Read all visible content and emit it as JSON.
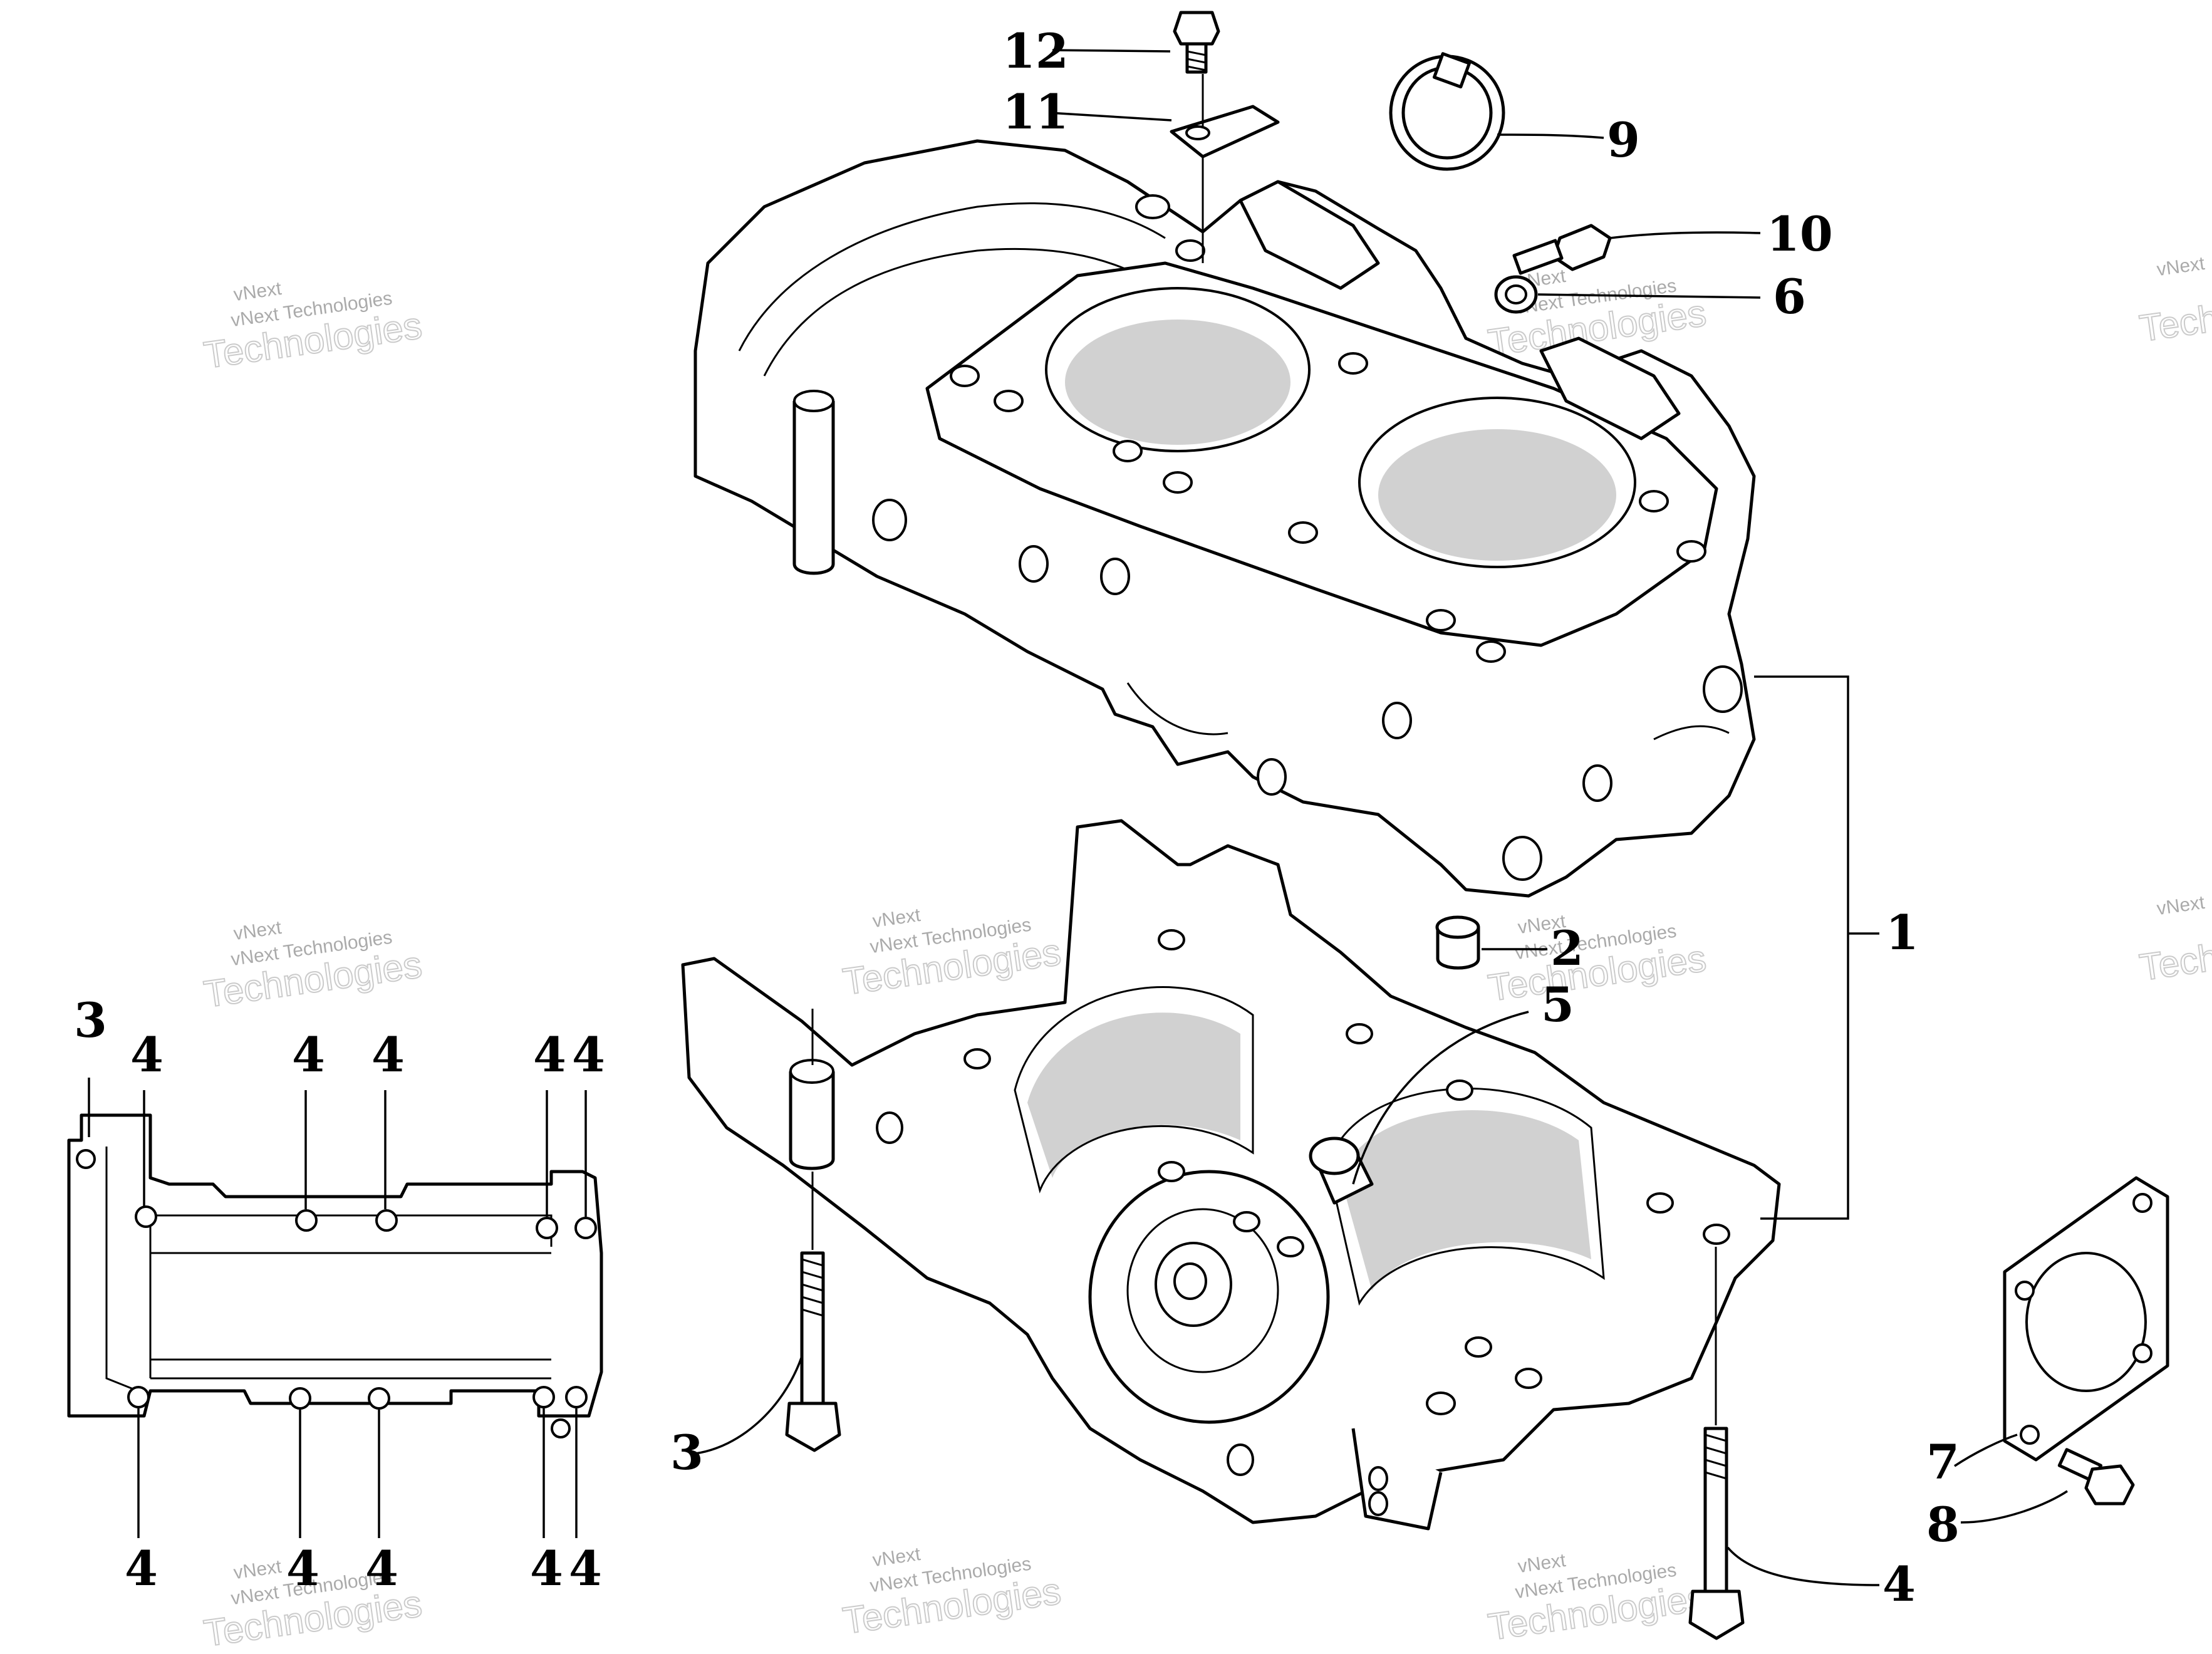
{
  "callouts": {
    "c1": "1",
    "c2": "2",
    "c3_bottom": "3",
    "c3_inset": "3",
    "c4_bolt": "4",
    "c4_i1": "4",
    "c4_i2": "4",
    "c4_i3": "4",
    "c4_i4": "4",
    "c4_i5": "4",
    "c4_b1": "4",
    "c4_b2": "4",
    "c4_b3": "4",
    "c4_b4": "4",
    "c4_b5": "4",
    "c5": "5",
    "c6": "6",
    "c7": "7",
    "c8": "8",
    "c9": "9",
    "c10": "10",
    "c11": "11",
    "c12": "12"
  },
  "watermark": {
    "brand": "vNext",
    "company": "vNext Technologies",
    "word": "Technologies"
  }
}
